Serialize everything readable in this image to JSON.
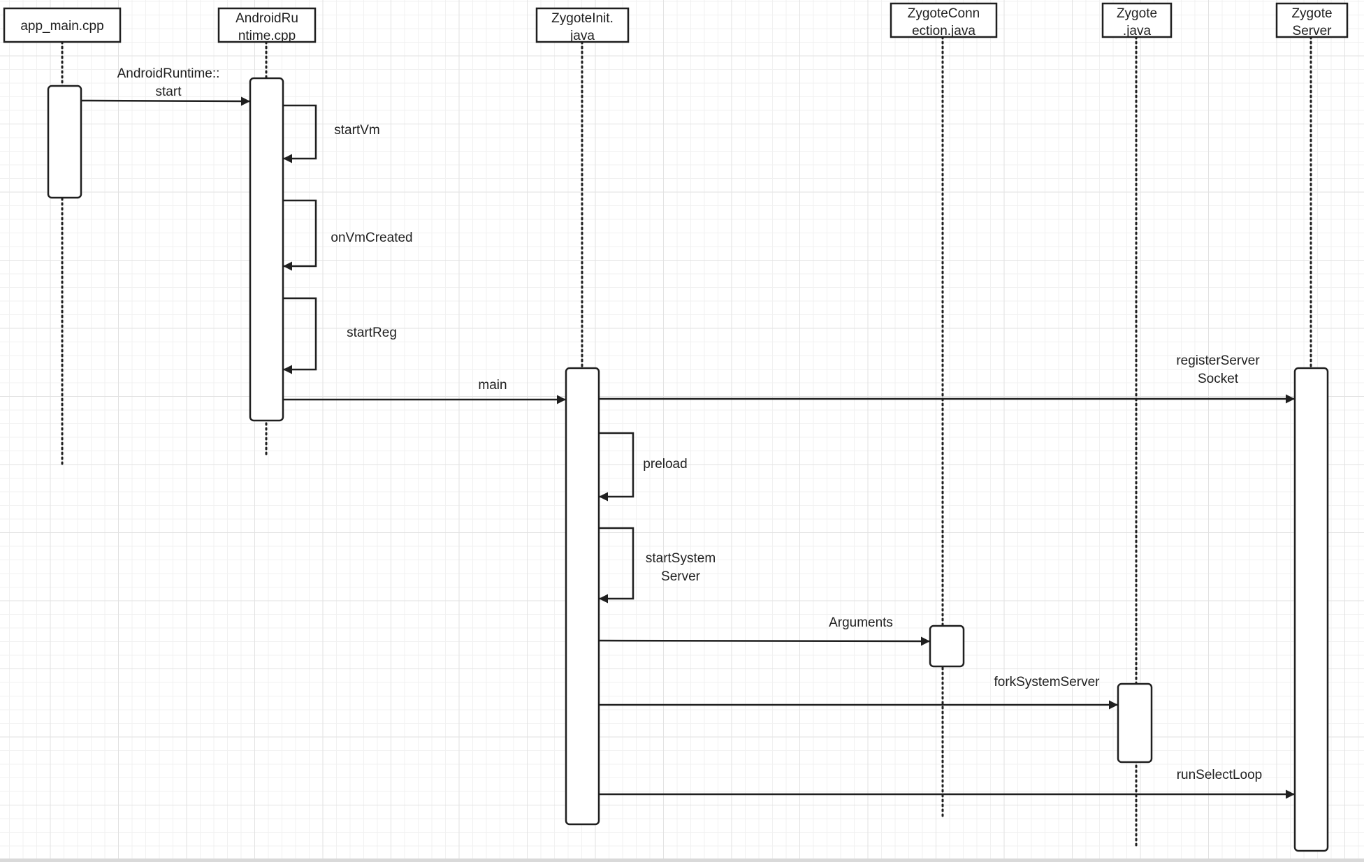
{
  "diagram": {
    "participants": [
      {
        "id": "app_main",
        "lines": [
          "app_main.cpp"
        ]
      },
      {
        "id": "android_runtime",
        "lines": [
          "AndroidRu",
          "ntime.cpp"
        ]
      },
      {
        "id": "zygote_init",
        "lines": [
          "ZygoteInit.",
          "java"
        ]
      },
      {
        "id": "zygote_connection",
        "lines": [
          "ZygoteConn",
          "ection.java"
        ]
      },
      {
        "id": "zygote_java",
        "lines": [
          "Zygote",
          ".java"
        ]
      },
      {
        "id": "zygote_server",
        "lines": [
          "Zygote",
          "Server"
        ]
      }
    ],
    "messages": [
      {
        "id": "androidruntime-start",
        "from": "app_main",
        "to": "android_runtime",
        "label": [
          "AndroidRuntime::",
          "start"
        ]
      },
      {
        "id": "startvm",
        "from": "android_runtime",
        "to": "android_runtime",
        "label": [
          "startVm"
        ]
      },
      {
        "id": "onvmcreated",
        "from": "android_runtime",
        "to": "android_runtime",
        "label": [
          "onVmCreated"
        ]
      },
      {
        "id": "startreg",
        "from": "android_runtime",
        "to": "android_runtime",
        "label": [
          "startReg"
        ]
      },
      {
        "id": "main",
        "from": "android_runtime",
        "to": "zygote_init",
        "label": [
          "main"
        ]
      },
      {
        "id": "registerserversocket",
        "from": "zygote_init",
        "to": "zygote_server",
        "label": [
          "registerServer",
          "Socket"
        ]
      },
      {
        "id": "preload",
        "from": "zygote_init",
        "to": "zygote_init",
        "label": [
          "preload"
        ]
      },
      {
        "id": "startsystemserver",
        "from": "zygote_init",
        "to": "zygote_init",
        "label": [
          "startSystem",
          "Server"
        ]
      },
      {
        "id": "arguments",
        "from": "zygote_init",
        "to": "zygote_connection",
        "label": [
          "Arguments"
        ]
      },
      {
        "id": "forksystemserver",
        "from": "zygote_init",
        "to": "zygote_java",
        "label": [
          "forkSystemServer"
        ]
      },
      {
        "id": "runselectloop",
        "from": "zygote_init",
        "to": "zygote_server",
        "label": [
          "runSelectLoop"
        ]
      }
    ]
  }
}
